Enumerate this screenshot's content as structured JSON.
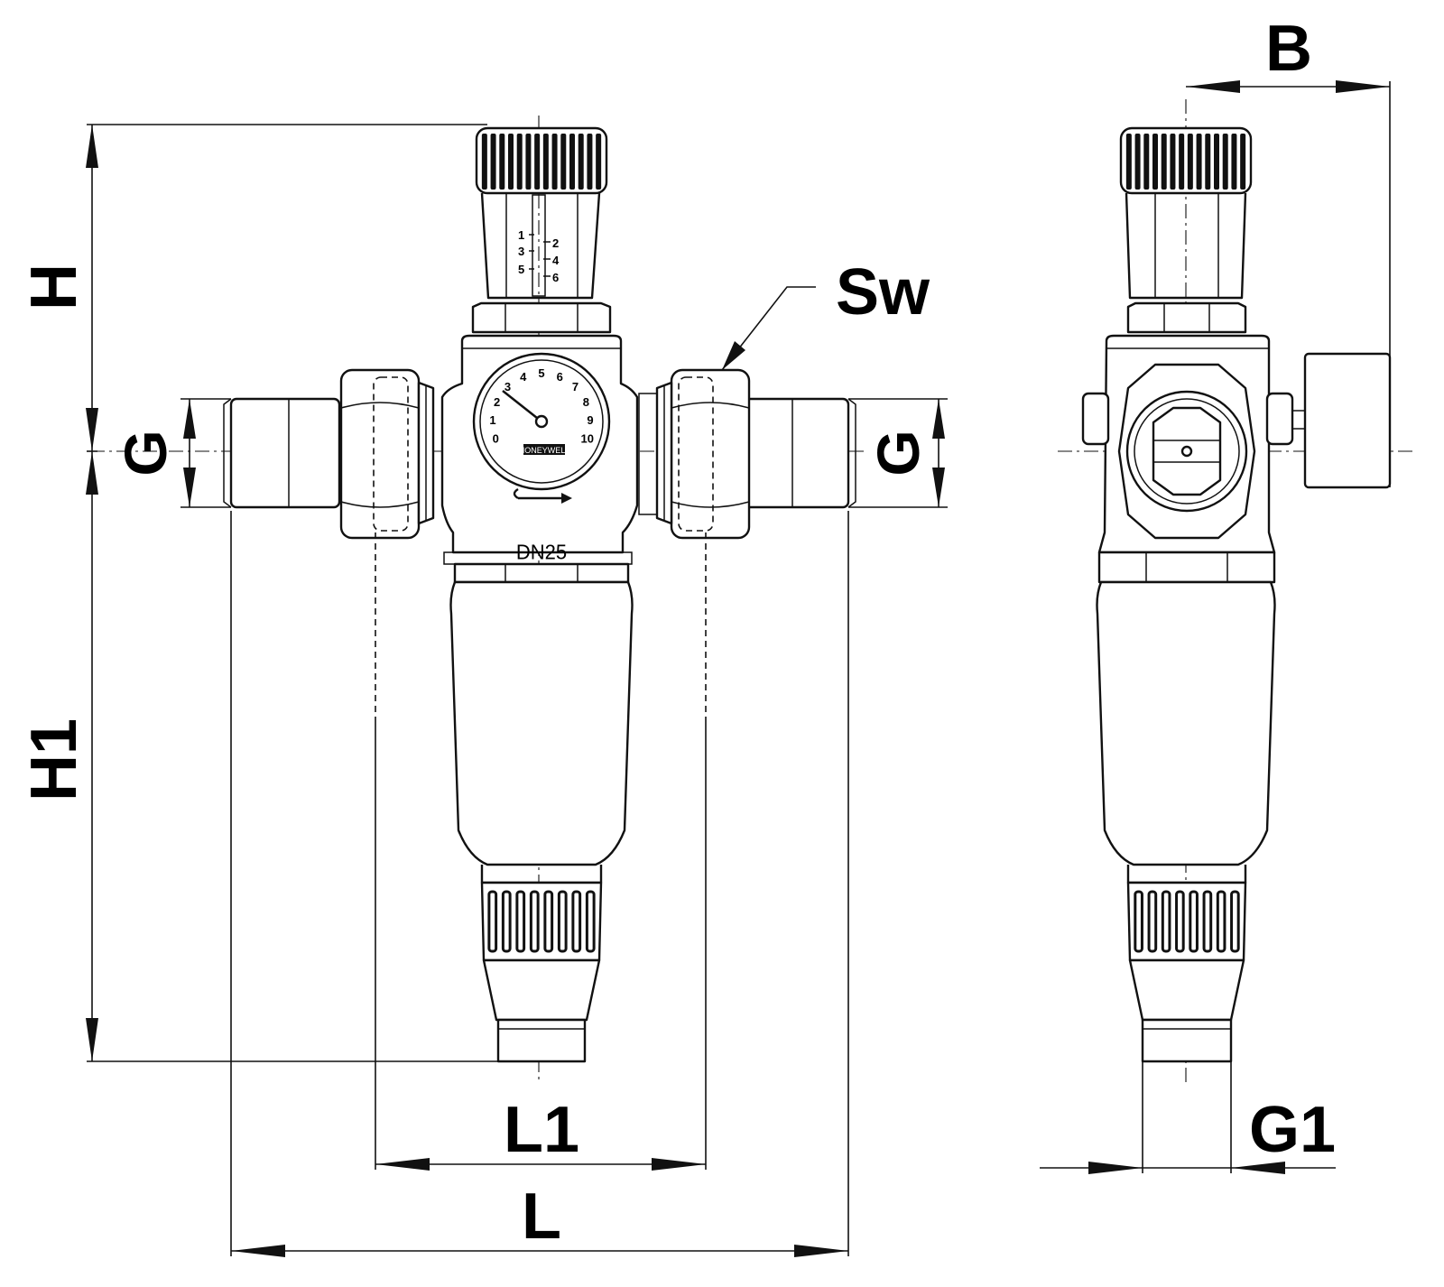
{
  "labels": {
    "B": "B",
    "H": "H",
    "H1": "H1",
    "G_left": "G",
    "G_right": "G",
    "Sw": "Sw",
    "L1": "L1",
    "L": "L",
    "G1": "G1"
  },
  "body_marking": "DN25",
  "scale": {
    "left_marks": [
      "1",
      "3",
      "5"
    ],
    "right_marks": [
      "2",
      "4",
      "6"
    ]
  },
  "gauge": {
    "numbers": [
      "0",
      "1",
      "2",
      "3",
      "4",
      "5",
      "6",
      "7",
      "8",
      "9",
      "10"
    ],
    "brand": "HONEYWELL"
  }
}
